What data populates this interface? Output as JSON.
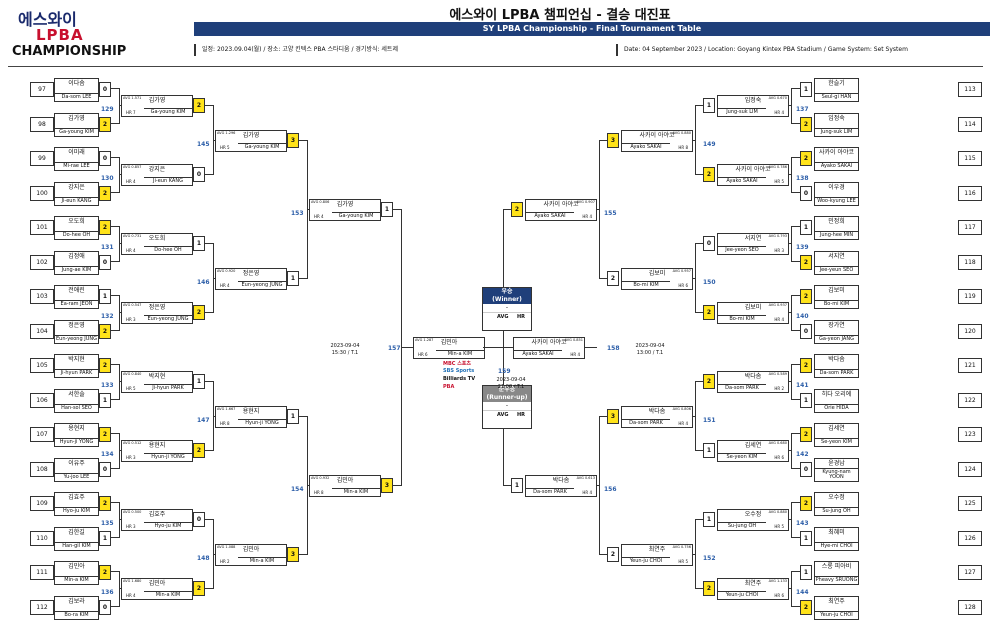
{
  "header": {
    "logo_line1": "에스와이",
    "logo_line2": "LPBA",
    "logo_line3": "CHAMPIONSHIP",
    "title": "에스와이 LPBA 챔피언십 - 결승 대진표",
    "subtitle": "SY LPBA Championship - Final Tournament Table",
    "info_ko": "일정: 2023.09.04(월) / 장소: 고양 킨텍스 PBA 스타디움 / 경기방식: 세트제",
    "info_en": "Date: 04 September 2023 / Location: Goyang Kintex PBA Stadium / Game System: Set System"
  },
  "colors": {
    "accent": "#1f3f7a",
    "winner": "#ffe31a",
    "match_no": "#2b5da8"
  },
  "left_r1": [
    {
      "seed": "97",
      "ko": "이다솜",
      "en": "Da-som LEE",
      "score": "0",
      "win": false
    },
    {
      "seed": "98",
      "ko": "김가영",
      "en": "Ga-young KIM",
      "score": "2",
      "win": true
    },
    {
      "seed": "99",
      "ko": "이미래",
      "en": "Mi-rae LEE",
      "score": "0",
      "win": false
    },
    {
      "seed": "100",
      "ko": "강지은",
      "en": "Ji-eun KANG",
      "score": "2",
      "win": true
    },
    {
      "seed": "101",
      "ko": "오도희",
      "en": "Do-hee OH",
      "score": "2",
      "win": true
    },
    {
      "seed": "102",
      "ko": "김정애",
      "en": "Jung-ae KIM",
      "score": "0",
      "win": false
    },
    {
      "seed": "103",
      "ko": "전애린",
      "en": "Ea-ram JEON",
      "score": "1",
      "win": false
    },
    {
      "seed": "104",
      "ko": "정은영",
      "en": "Eun-yeong JUNG",
      "score": "2",
      "win": true
    },
    {
      "seed": "105",
      "ko": "박지현",
      "en": "Ji-hyun PARK",
      "score": "2",
      "win": true
    },
    {
      "seed": "106",
      "ko": "서한솔",
      "en": "Han-sol SEO",
      "score": "1",
      "win": false
    },
    {
      "seed": "107",
      "ko": "용현지",
      "en": "Hyun-ji YONG",
      "score": "2",
      "win": true
    },
    {
      "seed": "108",
      "ko": "이유주",
      "en": "Yu-joo LEE",
      "score": "0",
      "win": false
    },
    {
      "seed": "109",
      "ko": "김효주",
      "en": "Hyo-ju KIM",
      "score": "2",
      "win": true
    },
    {
      "seed": "110",
      "ko": "김한길",
      "en": "Han-gil KIM",
      "score": "1",
      "win": false
    },
    {
      "seed": "111",
      "ko": "김민아",
      "en": "Min-a KIM",
      "score": "2",
      "win": true
    },
    {
      "seed": "112",
      "ko": "김보라",
      "en": "Bo-ra KIM",
      "score": "0",
      "win": false
    }
  ],
  "left_r1_match_nos": [
    "129",
    "130",
    "131",
    "132",
    "133",
    "134",
    "135",
    "136"
  ],
  "left_r2": [
    {
      "ko": "김가영",
      "en": "Ga-young KIM",
      "avg": "AVG 1.571",
      "hr": "HR 7",
      "score": "2",
      "win": true
    },
    {
      "ko": "강지은",
      "en": "Ji-eun KANG",
      "avg": "AVG 0.857",
      "hr": "HR 4",
      "score": "0",
      "win": false
    },
    {
      "ko": "오도희",
      "en": "Do-hee OH",
      "avg": "AVG 0.731",
      "hr": "HR 4",
      "score": "1",
      "win": false
    },
    {
      "ko": "정은영",
      "en": "Eun-yeong JUNG",
      "avg": "AVG 0.547",
      "hr": "HR 3",
      "score": "2",
      "win": true
    },
    {
      "ko": "박지현",
      "en": "Ji-hyun PARK",
      "avg": "AVG 0.840",
      "hr": "HR 5",
      "score": "1",
      "win": false
    },
    {
      "ko": "용현지",
      "en": "Hyun-ji YONG",
      "avg": "AVG 0.512",
      "hr": "HR 3",
      "score": "2",
      "win": true
    },
    {
      "ko": "김효주",
      "en": "Hyo-ju KIM",
      "avg": "AVG 0.500",
      "hr": "HR 3",
      "score": "0",
      "win": false
    },
    {
      "ko": "김민아",
      "en": "Min-a KIM",
      "avg": "AVG 1.680",
      "hr": "HR 4",
      "score": "2",
      "win": true
    }
  ],
  "left_r2_match_nos": [
    "145",
    "146",
    "147",
    "148"
  ],
  "left_r3": [
    {
      "ko": "김가영",
      "en": "Ga-young KIM",
      "avg": "AVG 1.296",
      "hr": "HR 5",
      "score": "3",
      "win": true
    },
    {
      "ko": "정은영",
      "en": "Eun-yeong JUNG",
      "avg": "AVG 0.920",
      "hr": "HR 4",
      "score": "1",
      "win": false
    },
    {
      "ko": "용현지",
      "en": "Hyun-ji YONG",
      "avg": "AVG 1.667",
      "hr": "HR 8",
      "score": "1",
      "win": false
    },
    {
      "ko": "김민아",
      "en": "Min-a KIM",
      "avg": "AVG 1.088",
      "hr": "HR 2",
      "score": "3",
      "win": true
    }
  ],
  "left_r3_match_nos": [
    "153",
    "154"
  ],
  "left_r4": [
    {
      "ko": "김가영",
      "en": "Ga-young KIM",
      "avg": "AVG 0.806",
      "hr": "HR 4",
      "score": "1",
      "win": false
    },
    {
      "ko": "김민아",
      "en": "Min-a KIM",
      "avg": "AVG 0.932",
      "hr": "HR 8",
      "score": "3",
      "win": true
    }
  ],
  "right_r1": [
    {
      "seed": "113",
      "ko": "한슬기",
      "en": "Seul-gi HAN",
      "score": "1",
      "win": false
    },
    {
      "seed": "114",
      "ko": "임정숙",
      "en": "Jung-suk LIM",
      "score": "2",
      "win": true
    },
    {
      "seed": "115",
      "ko": "사카이 아야코",
      "en": "Ayako SAKAI",
      "score": "2",
      "win": true
    },
    {
      "seed": "116",
      "ko": "이우경",
      "en": "Woo-kyung LEE",
      "score": "0",
      "win": false
    },
    {
      "seed": "117",
      "ko": "민정희",
      "en": "Jung-hee MIN",
      "score": "1",
      "win": false
    },
    {
      "seed": "118",
      "ko": "서지연",
      "en": "Jee-yeun SEO",
      "score": "2",
      "win": true
    },
    {
      "seed": "119",
      "ko": "김보미",
      "en": "Bo-mi KIM",
      "score": "2",
      "win": true
    },
    {
      "seed": "120",
      "ko": "장가연",
      "en": "Ga-yeon JANG",
      "score": "0",
      "win": false
    },
    {
      "seed": "121",
      "ko": "박다솜",
      "en": "Da-som PARK",
      "score": "2",
      "win": true
    },
    {
      "seed": "122",
      "ko": "히다 오리에",
      "en": "Orie HIDA",
      "score": "1",
      "win": false
    },
    {
      "seed": "123",
      "ko": "김세연",
      "en": "Se-yeon KIM",
      "score": "2",
      "win": true
    },
    {
      "seed": "124",
      "ko": "윤경남",
      "en": "Kyung-nam YOON",
      "score": "0",
      "win": false
    },
    {
      "seed": "125",
      "ko": "오수정",
      "en": "Su-jung OH",
      "score": "2",
      "win": true
    },
    {
      "seed": "126",
      "ko": "최혜미",
      "en": "Hye-mi CHOI",
      "score": "1",
      "win": false
    },
    {
      "seed": "127",
      "ko": "스롱 피아비",
      "en": "Pheavy SRUONG",
      "score": "1",
      "win": false
    },
    {
      "seed": "128",
      "ko": "최연주",
      "en": "Yeun-ju CHOI",
      "score": "2",
      "win": true
    }
  ],
  "right_r1_match_nos": [
    "137",
    "138",
    "139",
    "140",
    "141",
    "142",
    "143",
    "144"
  ],
  "right_r2": [
    {
      "ko": "임정숙",
      "en": "Jung-suk LIM",
      "avg": "AVG 0.670",
      "hr": "HR 4",
      "score": "1",
      "win": false
    },
    {
      "ko": "사카이 아야코",
      "en": "Ayako SAKAI",
      "avg": "AVG 0.786",
      "hr": "HR 5",
      "score": "2",
      "win": true
    },
    {
      "ko": "서지연",
      "en": "Jee-yeon SEO",
      "avg": "AVG 0.793",
      "hr": "HR 3",
      "score": "0",
      "win": false
    },
    {
      "ko": "김보미",
      "en": "Bo-mi KIM",
      "avg": "AVG 0.937",
      "hr": "HR 4",
      "score": "2",
      "win": true
    },
    {
      "ko": "박다솜",
      "en": "Da-som PARK",
      "avg": "AVG 0.589",
      "hr": "HR 2",
      "score": "2",
      "win": true
    },
    {
      "ko": "김세연",
      "en": "Se-yeon KIM",
      "avg": "AVG 0.680",
      "hr": "HR 6",
      "score": "1",
      "win": false
    },
    {
      "ko": "오수정",
      "en": "Su-jung OH",
      "avg": "AVG 0.880",
      "hr": "HR 5",
      "score": "1",
      "win": false
    },
    {
      "ko": "최연주",
      "en": "Yeun-ju CHOI",
      "avg": "AVG 1.133",
      "hr": "HR 6",
      "score": "2",
      "win": true
    }
  ],
  "right_r2_match_nos": [
    "149",
    "150",
    "151",
    "152"
  ],
  "right_r3": [
    {
      "ko": "사카이 아야코",
      "en": "Ayako SAKAI",
      "avg": "AVG 0.880",
      "hr": "HR 8",
      "score": "3",
      "win": true
    },
    {
      "ko": "김보미",
      "en": "Bo-mi KIM",
      "avg": "AVG 0.957",
      "hr": "HR 6",
      "score": "2",
      "win": false
    },
    {
      "ko": "박다솜",
      "en": "Da-som PARK",
      "avg": "AVG 0.806",
      "hr": "HR 4",
      "score": "3",
      "win": true
    },
    {
      "ko": "최연주",
      "en": "Yeun-ju CHOI",
      "avg": "AVG 0.756",
      "hr": "HR 5",
      "score": "2",
      "win": false
    }
  ],
  "right_r3_match_nos": [
    "155",
    "156"
  ],
  "right_r4": [
    {
      "ko": "사카이 아야코",
      "en": "Ayako SAKAI",
      "avg": "AVG 0.907",
      "hr": "HR 4",
      "score": "2",
      "win": true
    },
    {
      "ko": "박다솜",
      "en": "Da-som PARK",
      "avg": "AVG 0.613",
      "hr": "HR 4",
      "score": "1",
      "win": false
    }
  ],
  "semi": {
    "left_no": "157",
    "right_no": "158",
    "left_date": "2023-09-04",
    "left_time": "15:30 / T.1",
    "right_date": "2023-09-04",
    "right_time": "13:00 / T.1"
  },
  "final": {
    "left": {
      "ko": "김민아",
      "en": "Min-a KIM",
      "avg": "AVG 1.287",
      "hr": "HR 6"
    },
    "right": {
      "ko": "사카이 아야코",
      "en": "Ayako SAKAI",
      "avg": "AVG 0.851",
      "hr": "HR 4"
    },
    "match_no": "159",
    "date": "2023-09-04",
    "time": "21:00 / T.1",
    "winner_head_ko": "우승",
    "winner_head_en": "(Winner)",
    "runner_head_ko": "준우승",
    "runner_head_en": "(Runner-up)",
    "blank": "-",
    "avg_label": "AVG",
    "hr_label": "HR",
    "sponsor1": "MBC 스포츠",
    "sponsor2": "SBS Sports",
    "sponsor3": "Billiards TV",
    "sponsor4": "PBA"
  }
}
